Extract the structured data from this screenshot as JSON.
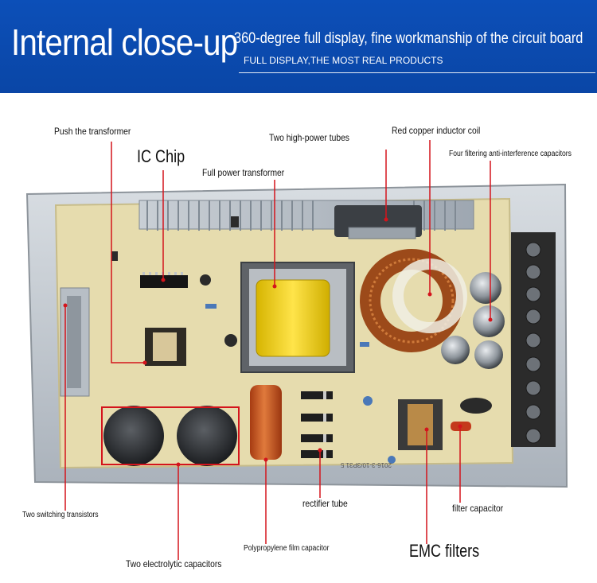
{
  "banner": {
    "title": "Internal close-up",
    "subtitle": "360-degree full display, fine workmanship of the circuit board",
    "subtitle_small": "FULL DISPLAY,THE MOST REAL PRODUCTS",
    "background_color": "#0b4aad"
  },
  "labels": {
    "push_transformer": "Push the transformer",
    "ic_chip": "IC Chip",
    "full_power_transformer": "Full power transformer",
    "two_high_power_tubes": "Two high-power tubes",
    "red_copper_inductor_coil": "Red copper inductor coil",
    "four_filtering_capacitors": "Four filtering anti-interference capacitors",
    "two_switching_transistors": "Two switching transistors",
    "two_electrolytic_capacitors": "Two electrolytic capacitors",
    "polypropylene_film_capacitor": "Polypropylene film capacitor",
    "rectifier_tube": "rectifier tube",
    "filter_capacitor": "filter capacitor",
    "emc_filters": "EMC filters"
  },
  "pcb_marking": "2016-3-10/3P31.5",
  "colors": {
    "leader_line": "#d4141c",
    "pcb": "#e6dcae",
    "terminal_block": "#2b2b2b"
  }
}
